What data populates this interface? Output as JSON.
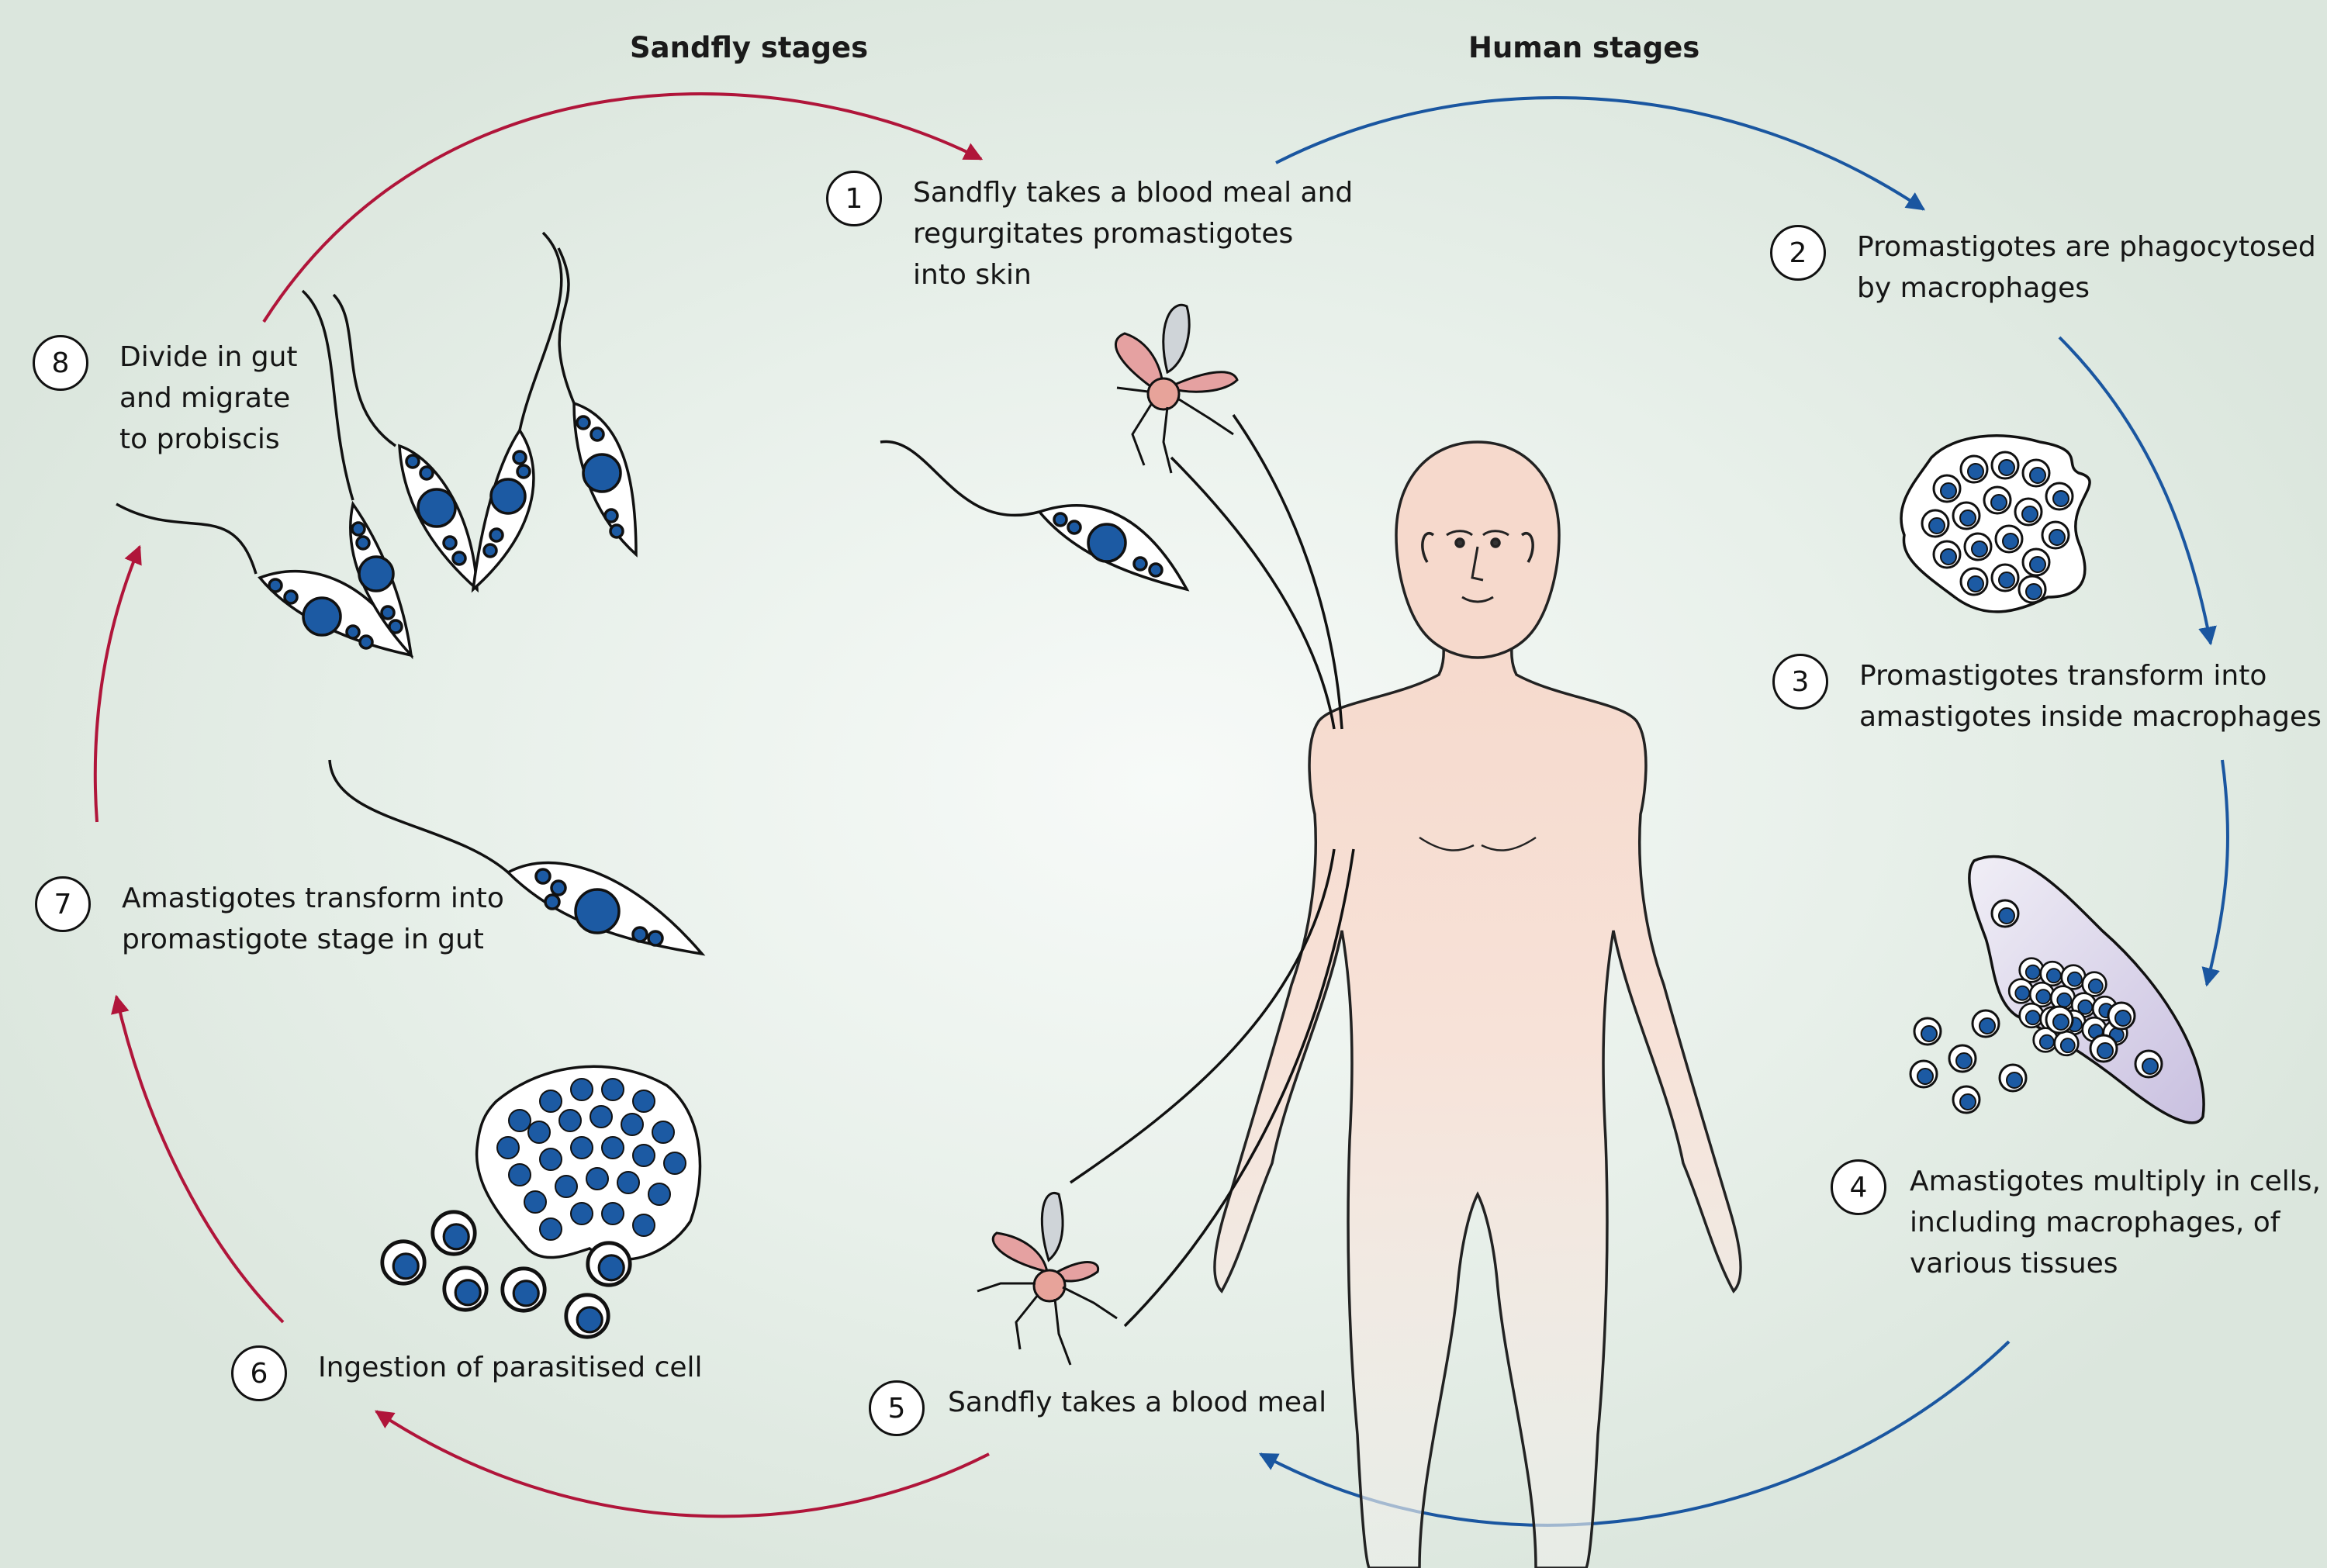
{
  "headers": {
    "sandfly": "Sandfly stages",
    "human": "Human stages"
  },
  "steps": [
    {
      "num": "1",
      "text": "Sandfly takes a blood meal and\nregurgitates promastigotes\ninto skin"
    },
    {
      "num": "2",
      "text": "Promastigotes are phagocytosed\nby macrophages"
    },
    {
      "num": "3",
      "text": "Promastigotes transform into\namastigotes inside macrophages"
    },
    {
      "num": "4",
      "text": "Amastigotes multiply in cells,\nincluding macrophages, of\nvarious tissues"
    },
    {
      "num": "5",
      "text": "Sandfly takes a blood meal"
    },
    {
      "num": "6",
      "text": "Ingestion of parasitised cell"
    },
    {
      "num": "7",
      "text": "Amastigotes transform into\npromastigote stage in gut"
    },
    {
      "num": "8",
      "text": "Divide in gut\nand migrate\nto probiscis"
    }
  ],
  "colors": {
    "sandfly_cycle": "#b0153a",
    "human_cycle": "#1a56a0",
    "parasite_nucleus": "#1c5aa3",
    "skin": "#f7ddd2",
    "background": "#dfe9e1"
  }
}
